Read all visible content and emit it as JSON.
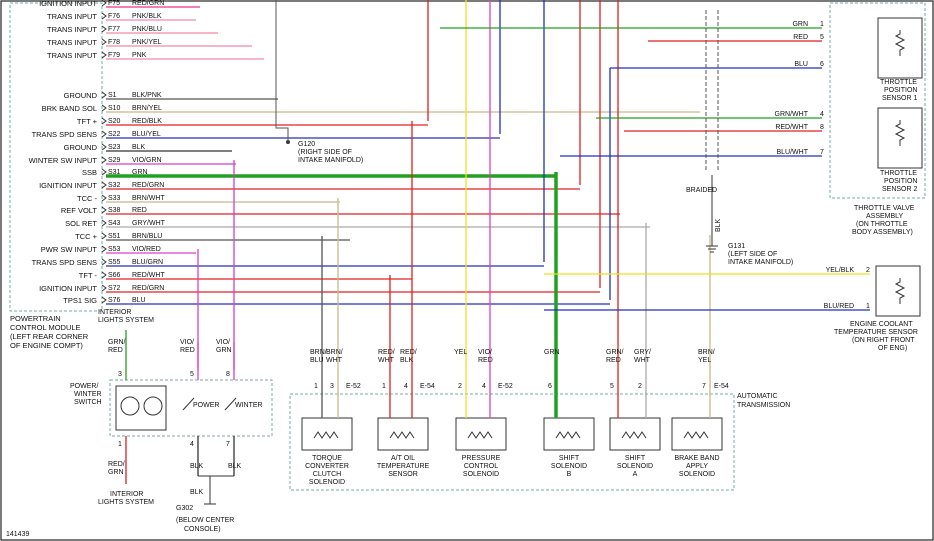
{
  "pcm": {
    "pins": [
      {
        "label": "IGNITION INPUT",
        "code": "F75",
        "wire": "RED/GRN",
        "color": "#e8338c"
      },
      {
        "label": "TRANS INPUT",
        "code": "F76",
        "wire": "PNK/BLK",
        "color": "#f08aa8"
      },
      {
        "label": "TRANS INPUT",
        "code": "F77",
        "wire": "PNK/BLU",
        "color": "#f08aa8"
      },
      {
        "label": "TRANS INPUT",
        "code": "F78",
        "wire": "PNK/YEL",
        "color": "#f08aa8"
      },
      {
        "label": "TRANS INPUT",
        "code": "F79",
        "wire": "PNK",
        "color": "#f08aa8"
      },
      {
        "label": "GROUND",
        "code": "S1",
        "wire": "BLK/PNK",
        "color": "#555555"
      },
      {
        "label": "BRK BAND SOL",
        "code": "S10",
        "wire": "BRN/YEL",
        "color": "#c8b98a"
      },
      {
        "label": "TFT +",
        "code": "S20",
        "wire": "RED/BLK",
        "color": "#e02020"
      },
      {
        "label": "TRANS SPD SENS",
        "code": "S22",
        "wire": "BLU/YEL",
        "color": "#2030c0"
      },
      {
        "label": "GROUND",
        "code": "S23",
        "wire": "BLK",
        "color": "#333333"
      },
      {
        "label": "WINTER SW INPUT",
        "code": "S29",
        "wire": "VIO/GRN",
        "color": "#d040d0"
      },
      {
        "label": "SSB",
        "code": "S31",
        "wire": "GRN",
        "color": "#22a022"
      },
      {
        "label": "IGNITION INPUT",
        "code": "S32",
        "wire": "RED/GRN",
        "color": "#e02020"
      },
      {
        "label": "TCC -",
        "code": "S33",
        "wire": "BRN/WHT",
        "color": "#c8b98a"
      },
      {
        "label": "REF VOLT",
        "code": "S38",
        "wire": "RED",
        "color": "#e02020"
      },
      {
        "label": "SOL RET",
        "code": "S43",
        "wire": "GRY/WHT",
        "color": "#aaaaaa"
      },
      {
        "label": "TCC +",
        "code": "S51",
        "wire": "BRN/BLU",
        "color": "#555555"
      },
      {
        "label": "PWR SW INPUT",
        "code": "S53",
        "wire": "VIO/RED",
        "color": "#e040c0"
      },
      {
        "label": "TRANS SPD SENS",
        "code": "S55",
        "wire": "BLU/GRN",
        "color": "#2030c0"
      },
      {
        "label": "TFT -",
        "code": "S66",
        "wire": "RED/WHT",
        "color": "#e02020"
      },
      {
        "label": "IGNITION INPUT",
        "code": "S72",
        "wire": "RED/GRN",
        "color": "#e02020"
      },
      {
        "label": "TPS1 SIG",
        "code": "S76",
        "wire": "BLU",
        "color": "#2030c0"
      }
    ],
    "title": [
      "POWERTRAIN",
      "CONTROL MODULE",
      "(LEFT REAR CORNER",
      "OF ENGINE COMPT)"
    ]
  },
  "grounds": {
    "g120": [
      "G120",
      "(RIGHT SIDE OF",
      "INTAKE MANIFOLD)"
    ],
    "g131": [
      "G131",
      "(LEFT SIDE OF",
      "INTAKE MANIFOLD)"
    ],
    "g302": [
      "G302",
      "(BELOW CENTER",
      "CONSOLE)"
    ],
    "braided": "BRAIDED",
    "braided_wire": "BLK"
  },
  "tps": {
    "wires_top": [
      {
        "wire": "GRN",
        "pin": "1"
      },
      {
        "wire": "RED",
        "pin": "5"
      },
      {
        "wire": "BLU",
        "pin": "6"
      }
    ],
    "wires_bottom": [
      {
        "wire": "GRN/WHT",
        "pin": "4"
      },
      {
        "wire": "RED/WHT",
        "pin": "8"
      },
      {
        "wire": "BLU/WHT",
        "pin": "7"
      }
    ],
    "sensor1": [
      "THROTTLE",
      "POSITION",
      "SENSOR 1"
    ],
    "sensor2": [
      "THROTTLE",
      "POSITION",
      "SENSOR 2"
    ],
    "assembly": [
      "THROTTLE VALVE",
      "ASSEMBLY",
      "(ON THROTTLE",
      "BODY ASSEMBLY)"
    ]
  },
  "ect": {
    "wires": [
      {
        "wire": "YEL/BLK",
        "pin": "2"
      },
      {
        "wire": "BLU/RED",
        "pin": "1"
      }
    ],
    "label": [
      "ENGINE COOLANT",
      "TEMPERATURE SENSOR",
      "(ON RIGHT FRONT",
      "OF ENG)"
    ]
  },
  "switch": {
    "label": [
      "POWER/",
      "WINTER",
      "SWITCH"
    ],
    "power": "POWER",
    "winter": "WINTER",
    "top_pins": [
      "3",
      "5",
      "8"
    ],
    "bottom_pins": [
      "1",
      "4",
      "7"
    ],
    "top_wires": [
      "GRN/\nRED",
      "VIO/\nRED",
      "VIO/\nGRN"
    ],
    "bottom_wires": [
      "RED/\nGRN",
      "BLK",
      "BLK",
      "BLK"
    ],
    "ils_top": [
      "INTERIOR",
      "LIGHTS SYSTEM"
    ],
    "ils_bottom": [
      "INTERIOR",
      "LIGHTS SYSTEM"
    ]
  },
  "trans": {
    "label": [
      "AUTOMATIC",
      "TRANSMISSION"
    ],
    "connectors": [
      "E-52",
      "E-54",
      "E-52",
      "E-54"
    ],
    "wires": [
      {
        "wire": [
          "BRN/",
          "BLU"
        ],
        "pin": "1",
        "color": "#555555"
      },
      {
        "wire": [
          "BRN/",
          "WHT"
        ],
        "pin": "3",
        "color": "#c8b98a"
      },
      {
        "wire": [
          "RED/",
          "WHT"
        ],
        "pin": "1",
        "color": "#e02020"
      },
      {
        "wire": [
          "RED/",
          "BLK"
        ],
        "pin": "4",
        "color": "#e02020"
      },
      {
        "wire": [
          "YEL"
        ],
        "pin": "2",
        "color": "#f0e020"
      },
      {
        "wire": [
          "VIO/",
          "RED"
        ],
        "pin": "4",
        "color": "#e040c0"
      },
      {
        "wire": [
          "GRN"
        ],
        "pin": "6",
        "color": "#22a022"
      },
      {
        "wire": [
          "GRN/",
          "RED"
        ],
        "pin": "5",
        "color": "#e02020"
      },
      {
        "wire": [
          "GRY/",
          "WHT"
        ],
        "pin": "2",
        "color": "#aaaaaa"
      },
      {
        "wire": [
          "BRN/",
          "YEL"
        ],
        "pin": "7",
        "color": "#c8b98a"
      }
    ],
    "components": [
      [
        "TORQUE",
        "CONVERTER",
        "CLUTCH",
        "SOLENOID"
      ],
      [
        "A/T OIL",
        "TEMPERATURE",
        "SENSOR"
      ],
      [
        "PRESSURE",
        "CONTROL",
        "SOLENOID"
      ],
      [
        "SHIFT",
        "SOLENOID",
        "B"
      ],
      [
        "SHIFT",
        "SOLENOID",
        "A"
      ],
      [
        "BRAKE BAND",
        "APPLY",
        "SOLENOID"
      ]
    ]
  },
  "figure_id": "141439"
}
